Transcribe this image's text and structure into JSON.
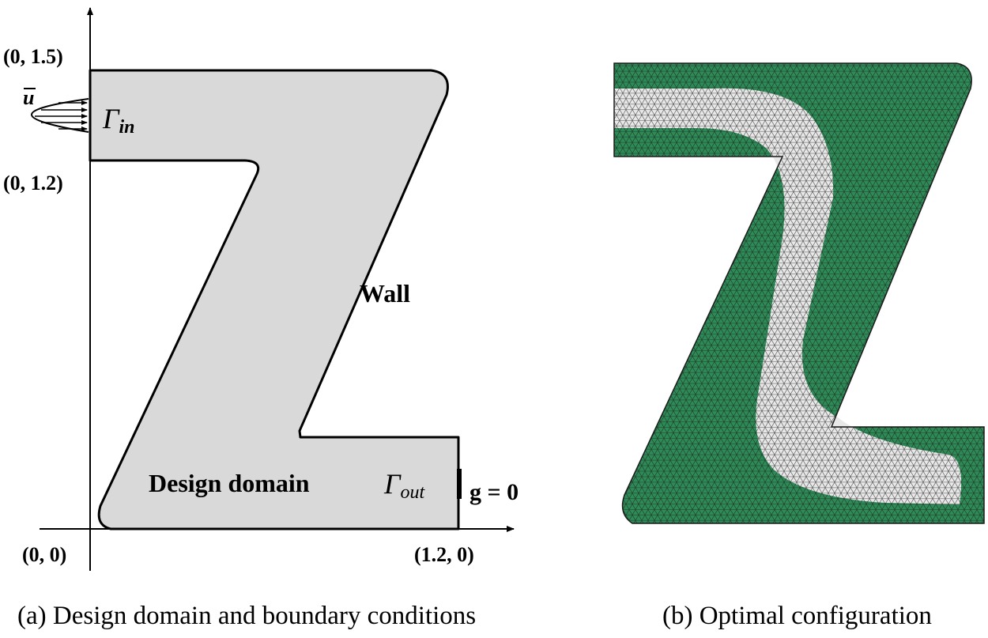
{
  "panel_a": {
    "labels": {
      "origin": "(0, 0)",
      "top_left": "(0, 1.5)",
      "inlet_lower": "(0, 1.2)",
      "bottom_right": "(1.2, 0)",
      "velocity_symbol": "u",
      "inlet_symbol": "Γ",
      "inlet_sub": "in",
      "outlet_symbol": "Γ",
      "outlet_sub": "out",
      "wall": "Wall",
      "domain": "Design domain",
      "outlet_condition": "g = 0"
    },
    "caption": "(a) Design domain and boundary conditions"
  },
  "panel_b": {
    "caption": "(b) Optimal configuration"
  },
  "colors": {
    "domain_fill": "#d9d9d9",
    "solid_fill": "#2e8b57",
    "fluid_fill": "#e8e8e8",
    "mesh_line": "#1a1a1a",
    "outline": "#000000"
  }
}
